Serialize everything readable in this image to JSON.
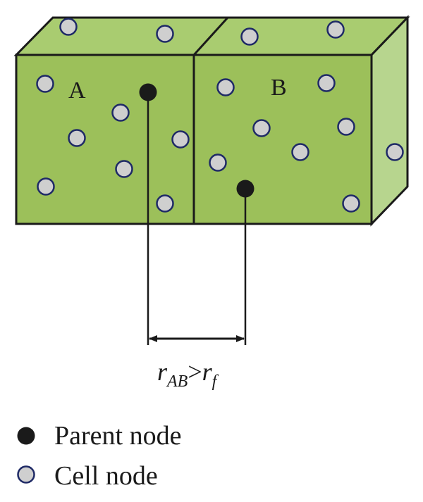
{
  "boxes": {
    "left_label": "A",
    "right_label": "B"
  },
  "distance_label": {
    "r": "r",
    "sub_ab": "AB",
    "gt": ">",
    "r2": "r",
    "sub_f": "f"
  },
  "legend": {
    "parent_label": "Parent node",
    "cell_label": "Cell node"
  },
  "colors": {
    "front_face": "#9cc05a",
    "top_face": "#a9cc70",
    "side_face": "#b7d58e",
    "outline": "#1a1a1a",
    "parent_node": "#1a1a1a",
    "cell_node_fill": "#cfcfcf",
    "cell_node_stroke": "#1f2a66"
  }
}
